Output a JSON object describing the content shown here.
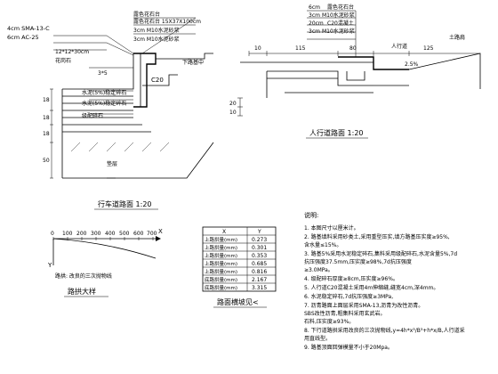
{
  "carriageway": {
    "layers": [
      "4cm SMA-13-C",
      "6cm AC-25",
      "3*5"
    ],
    "labels_upper": [
      "露色花石台",
      "露色花石台 15X37X100cm",
      "3cm M10水泥砂浆",
      "3cm M10水泥砂浆",
      "12*12*30cm",
      "花岗石"
    ],
    "labels_base": [
      "水泥(5%)稳定碎石",
      "水泥(5%)稳定碎石",
      "级配碎石",
      "垫层"
    ],
    "annotations": [
      "C20",
      "下路基中"
    ],
    "dims": [
      "18",
      "18",
      "18",
      "50"
    ],
    "title": "行车道路面 1:20"
  },
  "sidewalk": {
    "labels_top": [
      "6cm",
      "露色花石台",
      "3cm",
      "M10水泥砂浆",
      "20cm",
      "C20混凝土",
      "3cm",
      "M10水泥砂浆"
    ],
    "labels_right": [
      "人行道",
      "2.5%",
      "土路肩"
    ],
    "dims": [
      "10",
      "115",
      "80",
      "125",
      "20",
      "10"
    ],
    "title": "人行道路面 1:20"
  },
  "curve": {
    "x_ticks": [
      "0",
      "100",
      "200",
      "300",
      "400",
      "500",
      "600",
      "700"
    ],
    "axis_x": "X",
    "axis_y": "Y",
    "note": "路拱: 改良的三次抛物线",
    "title": "路拱大样"
  },
  "table": {
    "header": [
      "X",
      "Y"
    ],
    "rows": [
      [
        "上路拱量(mm)",
        "0.273"
      ],
      [
        "上路拱量(mm)",
        "0.301"
      ],
      [
        "上路拱量(mm)",
        "0.353"
      ],
      [
        "上路拱量(mm)",
        "0.685"
      ],
      [
        "上路拱量(mm)",
        "0.816"
      ],
      [
        "底路拱量(mm)",
        "2.167"
      ],
      [
        "底路拱量(mm)",
        "3.315"
      ]
    ],
    "title": "路面横坡见<"
  },
  "notes": {
    "heading": "说明:",
    "items": [
      "1. 本图尺寸以厘米计。",
      "2. 路基填料采用砂类土,采用重型压实,填方路基压实度≥95%,",
      "   含水量≤15%。",
      "3. 路基5%采用水泥稳定碎石,集料采用级配碎石,水泥含量5%,7d",
      "   抗压强度37.5mm,压实度≥98%,7d抗压强度",
      "   ≥3.0MPa。",
      "4. 级配碎石厚度≥8cm,压实度≥96%。",
      "5. 人行道C20混凝土采用4m伸缩缝,缝宽4cm,深4mm。",
      "6. 水泥稳定碎石,7d抗压强度≥3MPa,",
      "7. 沥青路面上面层采用SMA-13,沥青为改性沥青。",
      "   SBS改性沥青,粗集料采用玄武岩。",
      "   石料,压实度≥93%。",
      "8. 下行道路拱采用改良的三次抛物线,y=4h*x³/B³+h*x/B,人行道采",
      "   用直线型。",
      "9. 路基顶面回弹模量不小于20Mpa。"
    ]
  }
}
